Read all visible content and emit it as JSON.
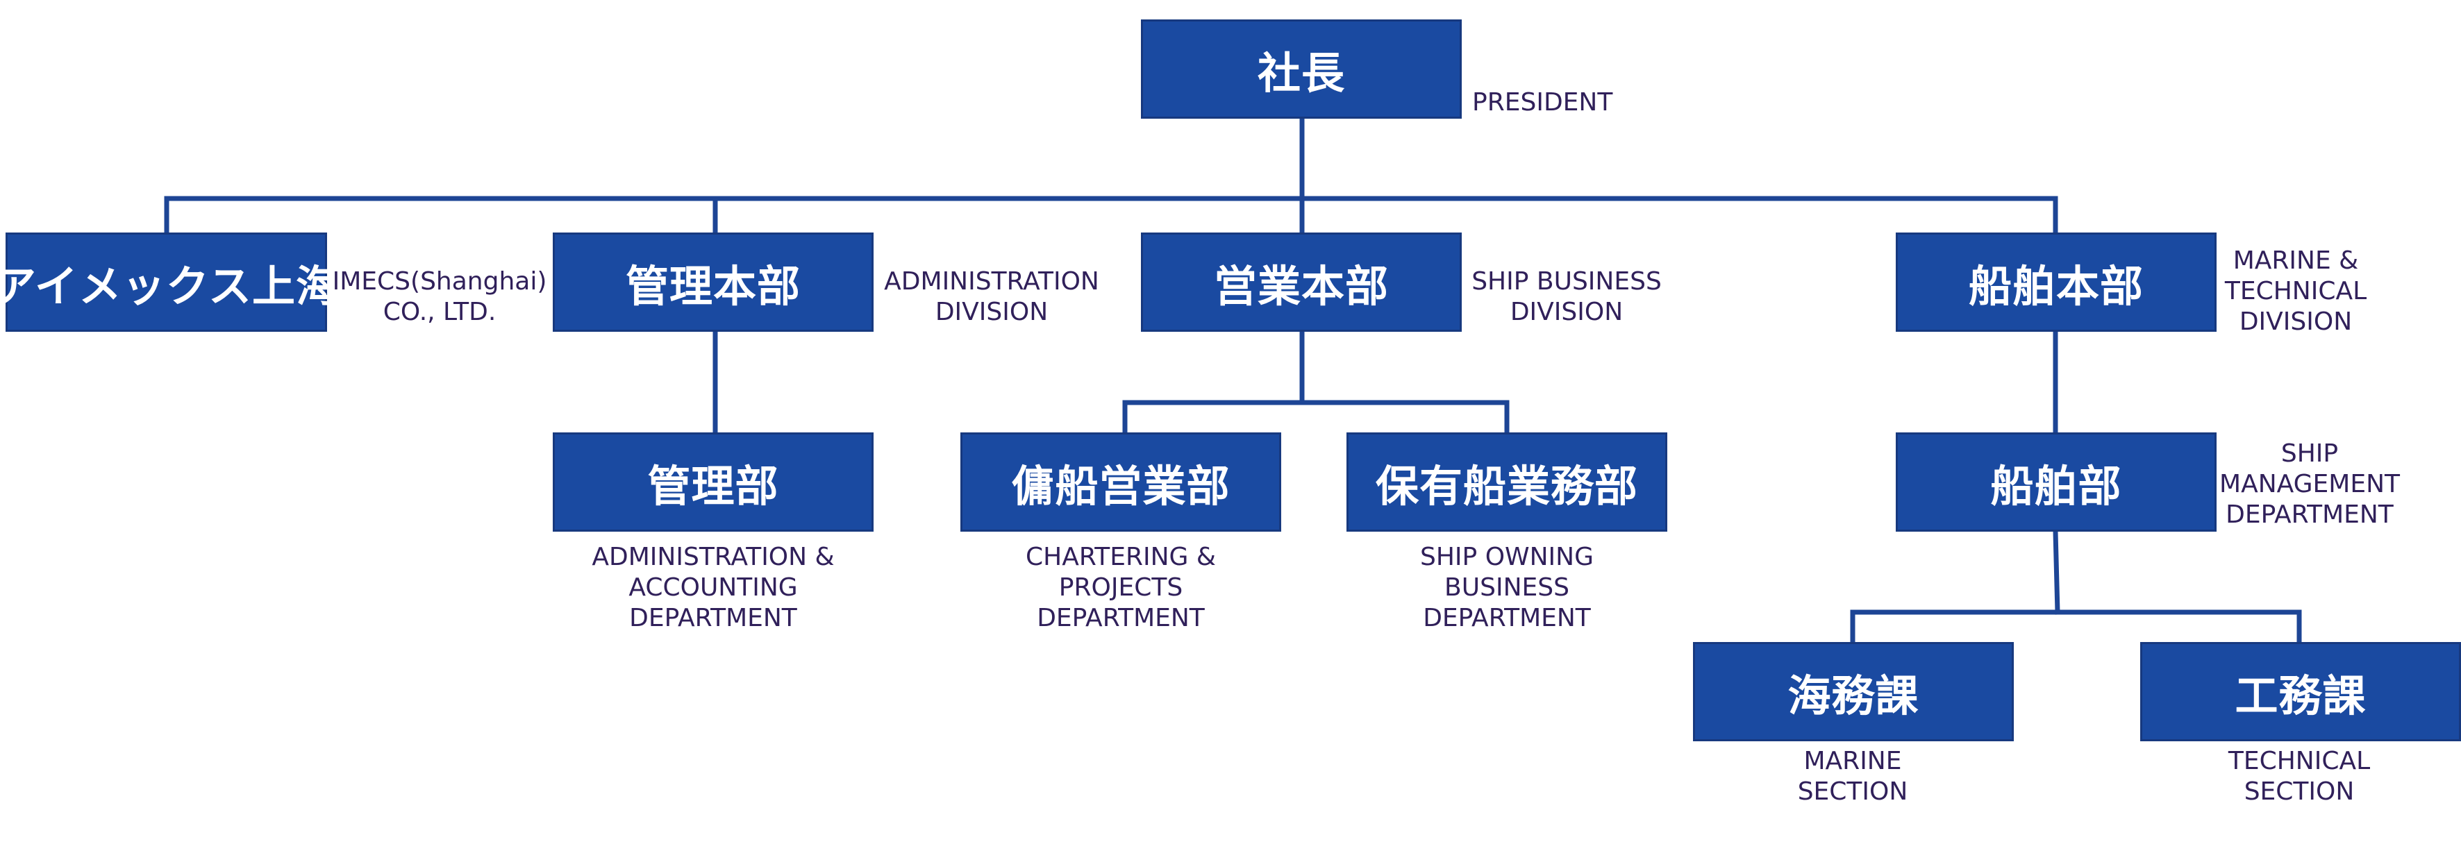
{
  "colors": {
    "box_fill": "#1a4aa1",
    "box_border": "#17397f",
    "line": "#1d4595",
    "label_text": "#30205a"
  },
  "nodes": {
    "president": {
      "jp": "社長",
      "en": [
        "PRESIDENT"
      ]
    },
    "imecs_shanghai": {
      "jp": "アイメックス上海",
      "en": [
        "IMECS(Shanghai)",
        "CO., LTD."
      ]
    },
    "admin_division": {
      "jp": "管理本部",
      "en": [
        "ADMINISTRATION",
        "DIVISION"
      ]
    },
    "ship_business_division": {
      "jp": "営業本部",
      "en": [
        "SHIP BUSINESS",
        "DIVISION"
      ]
    },
    "marine_technical_division": {
      "jp": "船舶本部",
      "en": [
        "MARINE &",
        "TECHNICAL",
        "DIVISION"
      ]
    },
    "admin_accounting_dept": {
      "jp": "管理部",
      "en": [
        "ADMINISTRATION &",
        "ACCOUNTING",
        "DEPARTMENT"
      ]
    },
    "chartering_projects_dept": {
      "jp": "傭船営業部",
      "en": [
        "CHARTERING &",
        "PROJECTS",
        "DEPARTMENT"
      ]
    },
    "ship_owning_dept": {
      "jp": "保有船業務部",
      "en": [
        "SHIP OWNING",
        "BUSINESS",
        "DEPARTMENT"
      ]
    },
    "ship_management_dept": {
      "jp": "船舶部",
      "en": [
        "SHIP",
        "MANAGEMENT",
        "DEPARTMENT"
      ]
    },
    "marine_section": {
      "jp": "海務課",
      "en": [
        "MARINE",
        "SECTION"
      ]
    },
    "technical_section": {
      "jp": "工務課",
      "en": [
        "TECHNICAL",
        "SECTION"
      ]
    }
  },
  "edges": [
    [
      "president",
      "imecs_shanghai"
    ],
    [
      "president",
      "admin_division"
    ],
    [
      "president",
      "ship_business_division"
    ],
    [
      "president",
      "marine_technical_division"
    ],
    [
      "admin_division",
      "admin_accounting_dept"
    ],
    [
      "ship_business_division",
      "chartering_projects_dept"
    ],
    [
      "ship_business_division",
      "ship_owning_dept"
    ],
    [
      "marine_technical_division",
      "ship_management_dept"
    ],
    [
      "ship_management_dept",
      "marine_section"
    ],
    [
      "ship_management_dept",
      "technical_section"
    ]
  ]
}
